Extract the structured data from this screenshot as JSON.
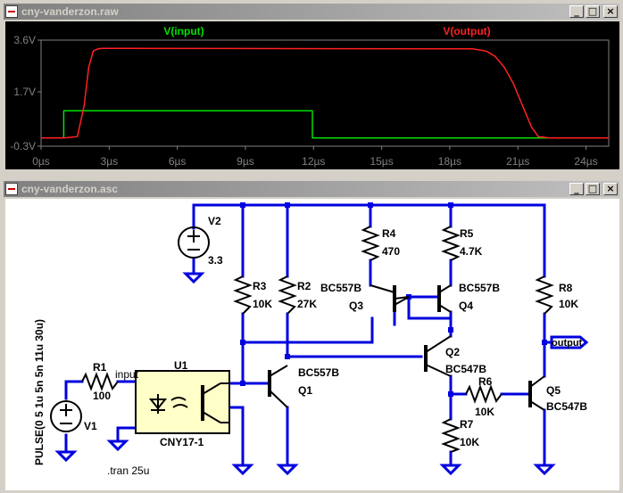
{
  "waveform_window": {
    "title": "cny-vanderzon.raw",
    "buttons": {
      "minimize": "_",
      "maximize": "□",
      "close": "×"
    },
    "traces": [
      {
        "name": "V(input)",
        "color": "#00e000"
      },
      {
        "name": "V(output)",
        "color": "#ff2020"
      }
    ]
  },
  "chart_data": {
    "type": "line",
    "x_unit": "µs",
    "y_unit": "V",
    "x_ticks": [
      "0µs",
      "3µs",
      "6µs",
      "9µs",
      "12µs",
      "15µs",
      "18µs",
      "21µs",
      "24µs"
    ],
    "y_ticks": [
      "3.6V",
      "1.7V",
      "-0.3V"
    ],
    "xlim": [
      0,
      25
    ],
    "ylim": [
      -0.3,
      3.6
    ],
    "series": [
      {
        "name": "V(input)",
        "color": "#00e000",
        "x": [
          0,
          1.0,
          1.0,
          11.95,
          11.95,
          25
        ],
        "y": [
          0,
          0,
          1.0,
          1.0,
          0,
          0
        ]
      },
      {
        "name": "V(output)",
        "color": "#ff2020",
        "x": [
          0,
          1.0,
          1.6,
          1.9,
          2.1,
          2.3,
          2.5,
          2.7,
          3.2,
          19.0,
          19.6,
          20.0,
          20.4,
          20.8,
          21.2,
          21.6,
          21.9,
          22.4,
          25
        ],
        "y": [
          0,
          0,
          0.05,
          1.2,
          2.6,
          3.2,
          3.28,
          3.3,
          3.3,
          3.28,
          3.2,
          3.0,
          2.6,
          2.0,
          1.2,
          0.4,
          0.05,
          0,
          0
        ]
      }
    ]
  },
  "schematic_window": {
    "title": "cny-vanderzon.asc",
    "buttons": {
      "minimize": "_",
      "maximize": "□",
      "close": "×"
    },
    "labels": {
      "v2": "V2",
      "v2_val": "3.3",
      "r3": "R3",
      "r3_val": "10K",
      "r2": "R2",
      "r2_val": "27K",
      "r4": "R4",
      "r4_val": "470",
      "r5": "R5",
      "r5_val": "4.7K",
      "q3_model": "BC557B",
      "q3": "Q3",
      "q4_model": "BC557B",
      "q4": "Q4",
      "r8": "R8",
      "r8_val": "10K",
      "output": "output",
      "q2": "Q2",
      "q2_model": "BC547B",
      "r1": "R1",
      "r1_val": "100",
      "input": "input",
      "u1": "U1",
      "u1_model": "CNY17-1",
      "q1_model": "BC557B",
      "q1": "Q1",
      "r6": "R6",
      "r6_val": "10K",
      "q5": "Q5",
      "q5_model": "BC547B",
      "r7": "R7",
      "r7_val": "10K",
      "v1": "V1",
      "pulse": "PULSE(0 5 1u 5n 5n 11u 30u)",
      "tran": ".tran 25u"
    }
  }
}
